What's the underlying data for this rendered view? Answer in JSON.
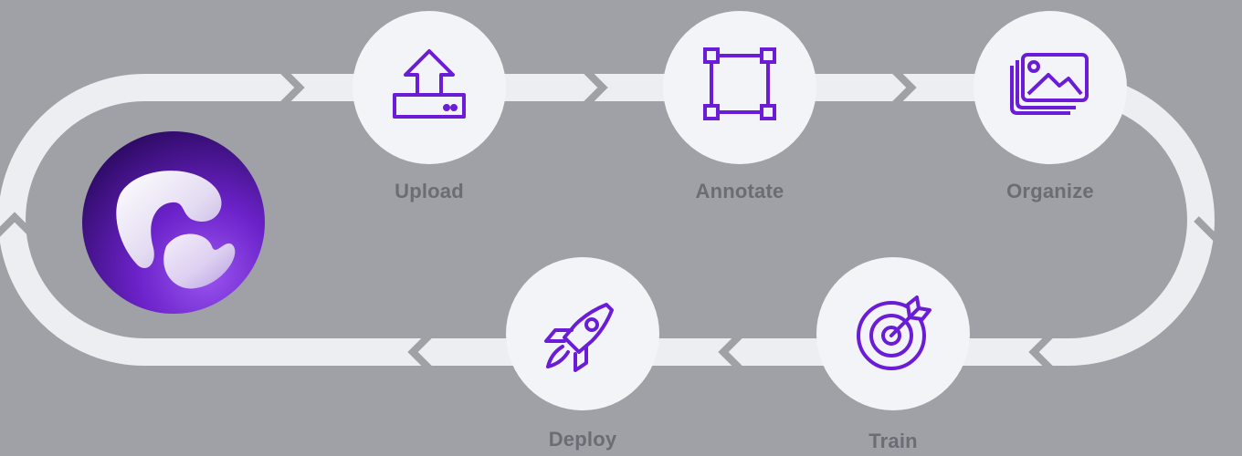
{
  "colors": {
    "background": "#9fa1a7",
    "track": "#eceef2",
    "circle": "#f3f4f8",
    "icon": "#6a1cd6",
    "label": "#6b6d74",
    "logo_dark": "#2c0a62",
    "logo_mid": "#6b22c9",
    "logo_light": "#9a55f0"
  },
  "steps": [
    {
      "label": "Upload",
      "icon": "upload-icon"
    },
    {
      "label": "Annotate",
      "icon": "bounding-box-icon"
    },
    {
      "label": "Organize",
      "icon": "image-gallery-icon"
    },
    {
      "label": "Train",
      "icon": "target-icon"
    },
    {
      "label": "Deploy",
      "icon": "rocket-icon"
    }
  ],
  "logo": {
    "icon": "brand-logo-icon"
  }
}
